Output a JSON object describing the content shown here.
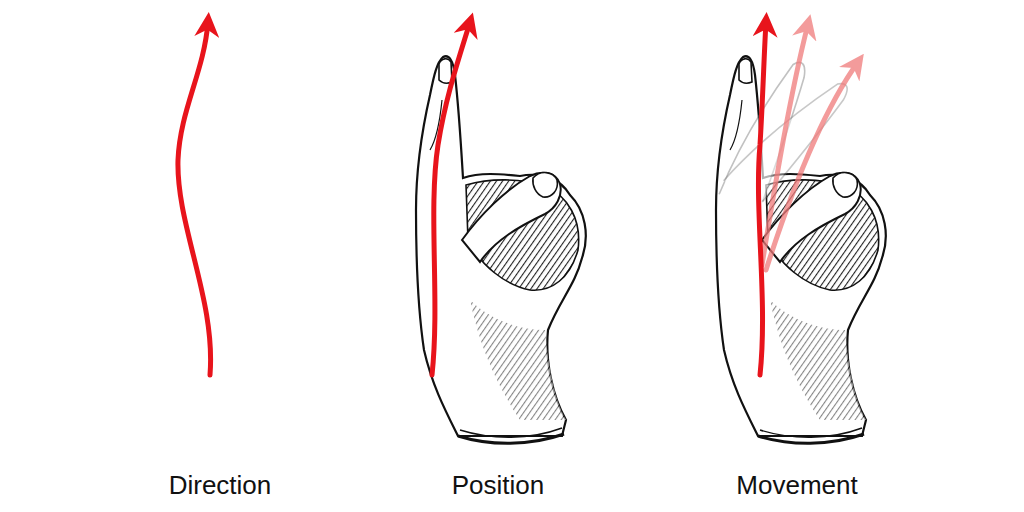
{
  "diagram": {
    "labels": [
      "Direction",
      "Position",
      "Movement"
    ]
  }
}
